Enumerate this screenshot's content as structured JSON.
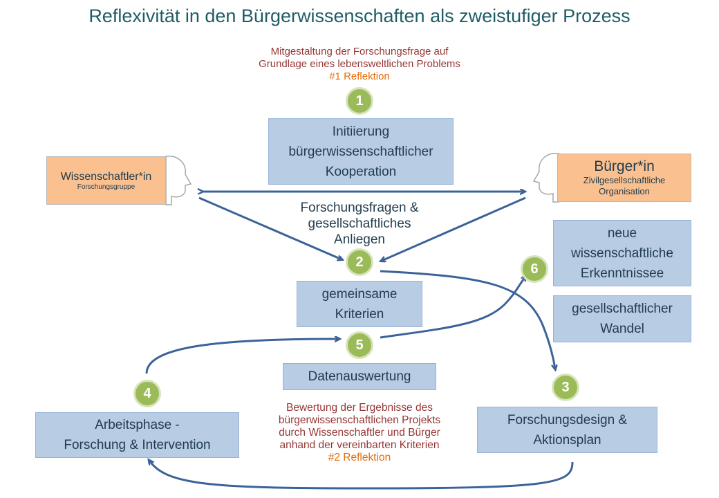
{
  "title": "Reflexivität in den Bürgerwissenschaften als zweistufiger Prozess",
  "reflection1": {
    "line1": "Mitgestaltung der Forschungsfrage auf",
    "line2": "Grundlage eines lebensweltlichen  Problems",
    "tag": "#1 Reflektion"
  },
  "reflection2": {
    "line1": "Bewertung  der  Ergebnisse  des",
    "line2": "bürgerwissenschaftlichen  Projekts",
    "line3": "durch Wissenschaftler  und Bürger",
    "line4": "anhand der vereinbarten Kriterien",
    "tag": "#2 Reflektion"
  },
  "actors": {
    "scientist": {
      "name": "Wissenschaftler*in",
      "sub": "Forschungsgruppe"
    },
    "citizen": {
      "name": "Bürger*in",
      "sub1": "Zivilgesellschaftliche",
      "sub2": "Organisation"
    }
  },
  "steps": {
    "n1": "1",
    "n2": "2",
    "n3": "3",
    "n4": "4",
    "n5": "5",
    "n6": "6"
  },
  "boxes": {
    "initiierung": [
      "Initiierung",
      "bürgerwissenschaftlicher",
      "Kooperation"
    ],
    "forschungsfragen": [
      "Forschungsfragen &",
      "gesellschaftliches",
      "Anliegen"
    ],
    "kriterien": [
      "gemeinsame",
      "Kriterien"
    ],
    "datenauswertung": "Datenauswertung",
    "arbeitsphase": [
      "Arbeitsphase -",
      "Forschung & Intervention"
    ],
    "forschungsdesign": [
      "Forschungsdesign &",
      "Aktionsplan"
    ],
    "erkenntnisse": [
      "neue",
      "wissenschaftliche",
      "Erkenntnissee"
    ],
    "wandel": [
      "gesellschaftlicher",
      "Wandel"
    ]
  },
  "colors": {
    "title": "#1f5c66",
    "box_fill": "#b8cce4",
    "actor_fill": "#fac090",
    "step_circle": "#9bbb59",
    "reflection_text": "#953735",
    "reflection_tag": "#e36c09",
    "arrow": "#3c6399"
  },
  "icons": [
    "head-profile-icon-left",
    "head-profile-icon-right"
  ]
}
